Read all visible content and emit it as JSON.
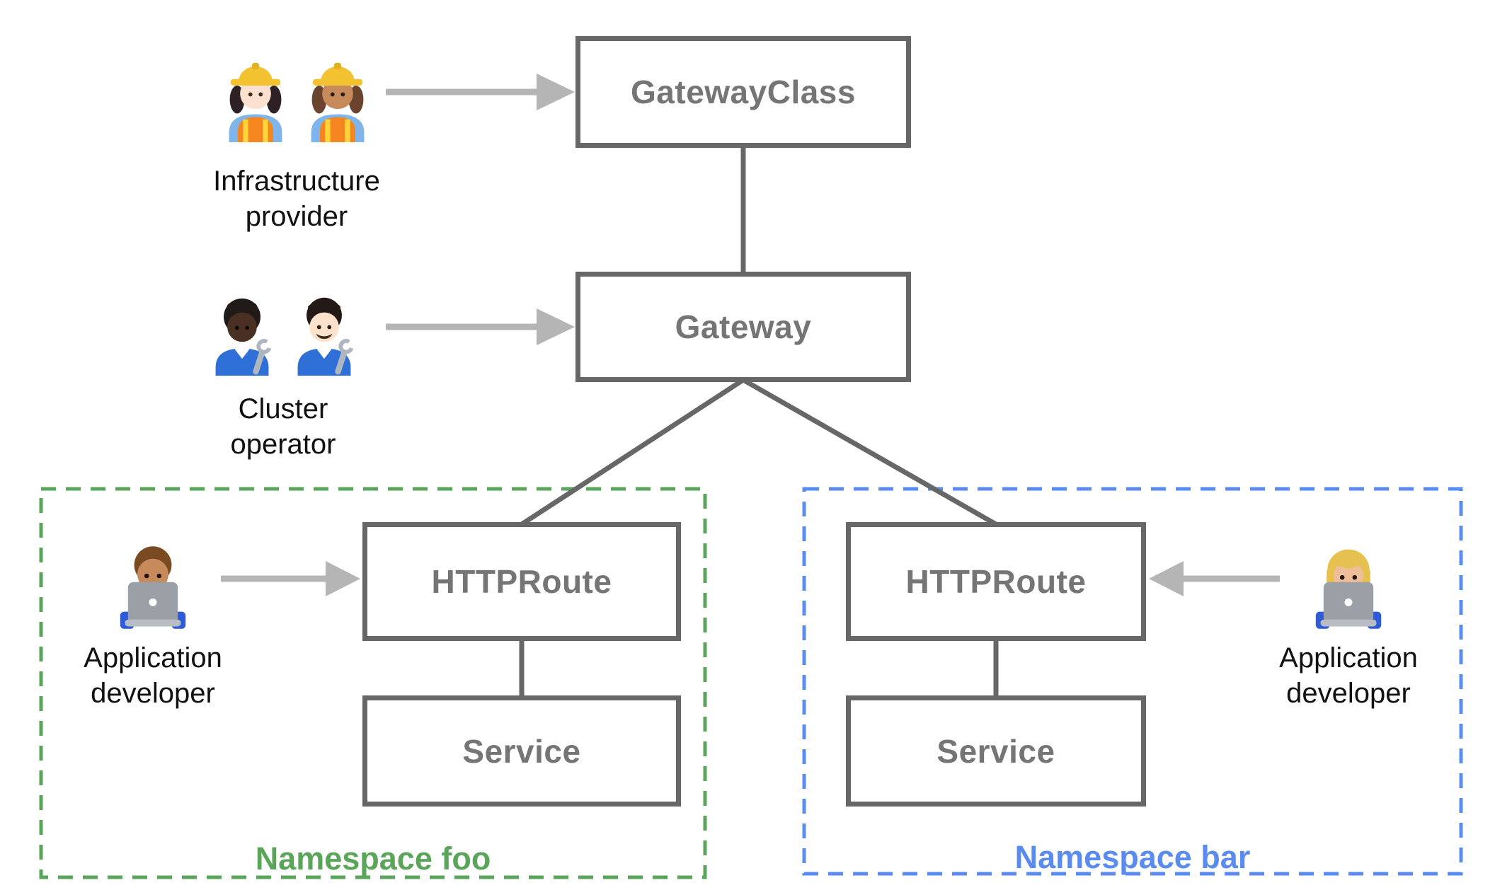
{
  "nodes": {
    "gatewayclass": {
      "label": "GatewayClass"
    },
    "gateway": {
      "label": "Gateway"
    },
    "httproute_foo": {
      "label": "HTTPRoute"
    },
    "service_foo": {
      "label": "Service"
    },
    "httproute_bar": {
      "label": "HTTPRoute"
    },
    "service_bar": {
      "label": "Service"
    }
  },
  "personas": {
    "infrastructure_provider": {
      "lines": [
        "Infrastructure",
        "provider"
      ],
      "icons": [
        "woman-construction-worker-light-icon",
        "woman-construction-worker-medium-icon"
      ]
    },
    "cluster_operator": {
      "lines": [
        "Cluster",
        "operator"
      ],
      "icons": [
        "mechanic-dark-icon",
        "man-mechanic-light-icon"
      ]
    },
    "application_developer_foo": {
      "lines": [
        "Application",
        "developer"
      ],
      "icons": [
        "man-technologist-icon"
      ]
    },
    "application_developer_bar": {
      "lines": [
        "Application",
        "developer"
      ],
      "icons": [
        "woman-technologist-icon"
      ]
    }
  },
  "namespaces": {
    "foo": {
      "label": "Namespace foo"
    },
    "bar": {
      "label": "Namespace bar"
    }
  },
  "colors": {
    "node_border": "#676767",
    "node_text": "#757575",
    "connector": "#676767",
    "arrow": "#B5B5B5",
    "persona_text": "#111111",
    "namespace_foo": "#5AA55A",
    "namespace_bar": "#5A8CF0",
    "background": "#FFFFFF"
  }
}
